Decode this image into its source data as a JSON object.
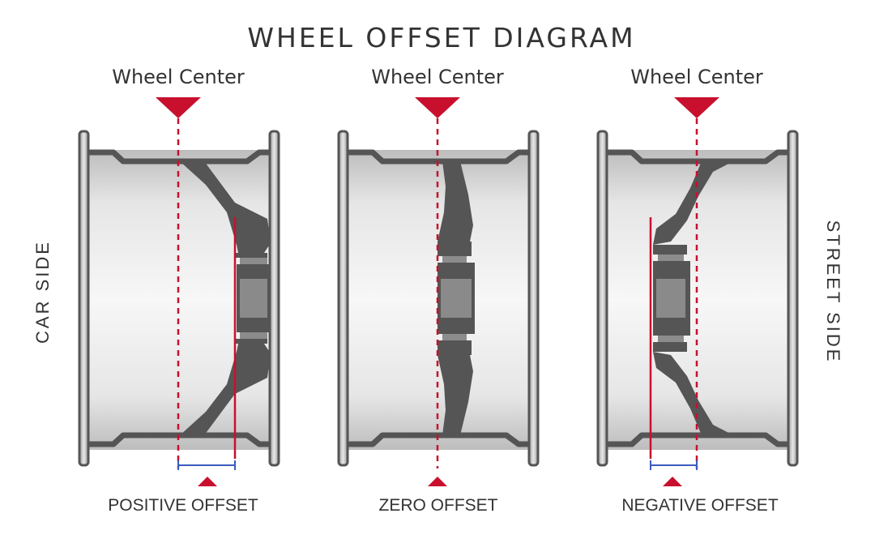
{
  "title": "WHEEL OFFSET DIAGRAM",
  "side_labels": {
    "left": "CAR SIDE",
    "right": "STREET SIDE"
  },
  "wheels": [
    {
      "id": "positive",
      "center_label": "Wheel Center",
      "offset_label": "POSITIVE OFFSET"
    },
    {
      "id": "zero",
      "center_label": "Wheel Center",
      "offset_label": "ZERO OFFSET"
    },
    {
      "id": "negative",
      "center_label": "Wheel Center",
      "offset_label": "NEGATIVE OFFSET"
    }
  ],
  "colors": {
    "accent_red": "#c8102e",
    "measure_blue": "#3b5bbf",
    "disc_gray": "#555555",
    "hub_gray": "#7a7a7a",
    "rim_outline": "#555555",
    "barrel_light": "#f4f4f4",
    "barrel_dark": "#b8b8b8",
    "text": "#333333"
  }
}
